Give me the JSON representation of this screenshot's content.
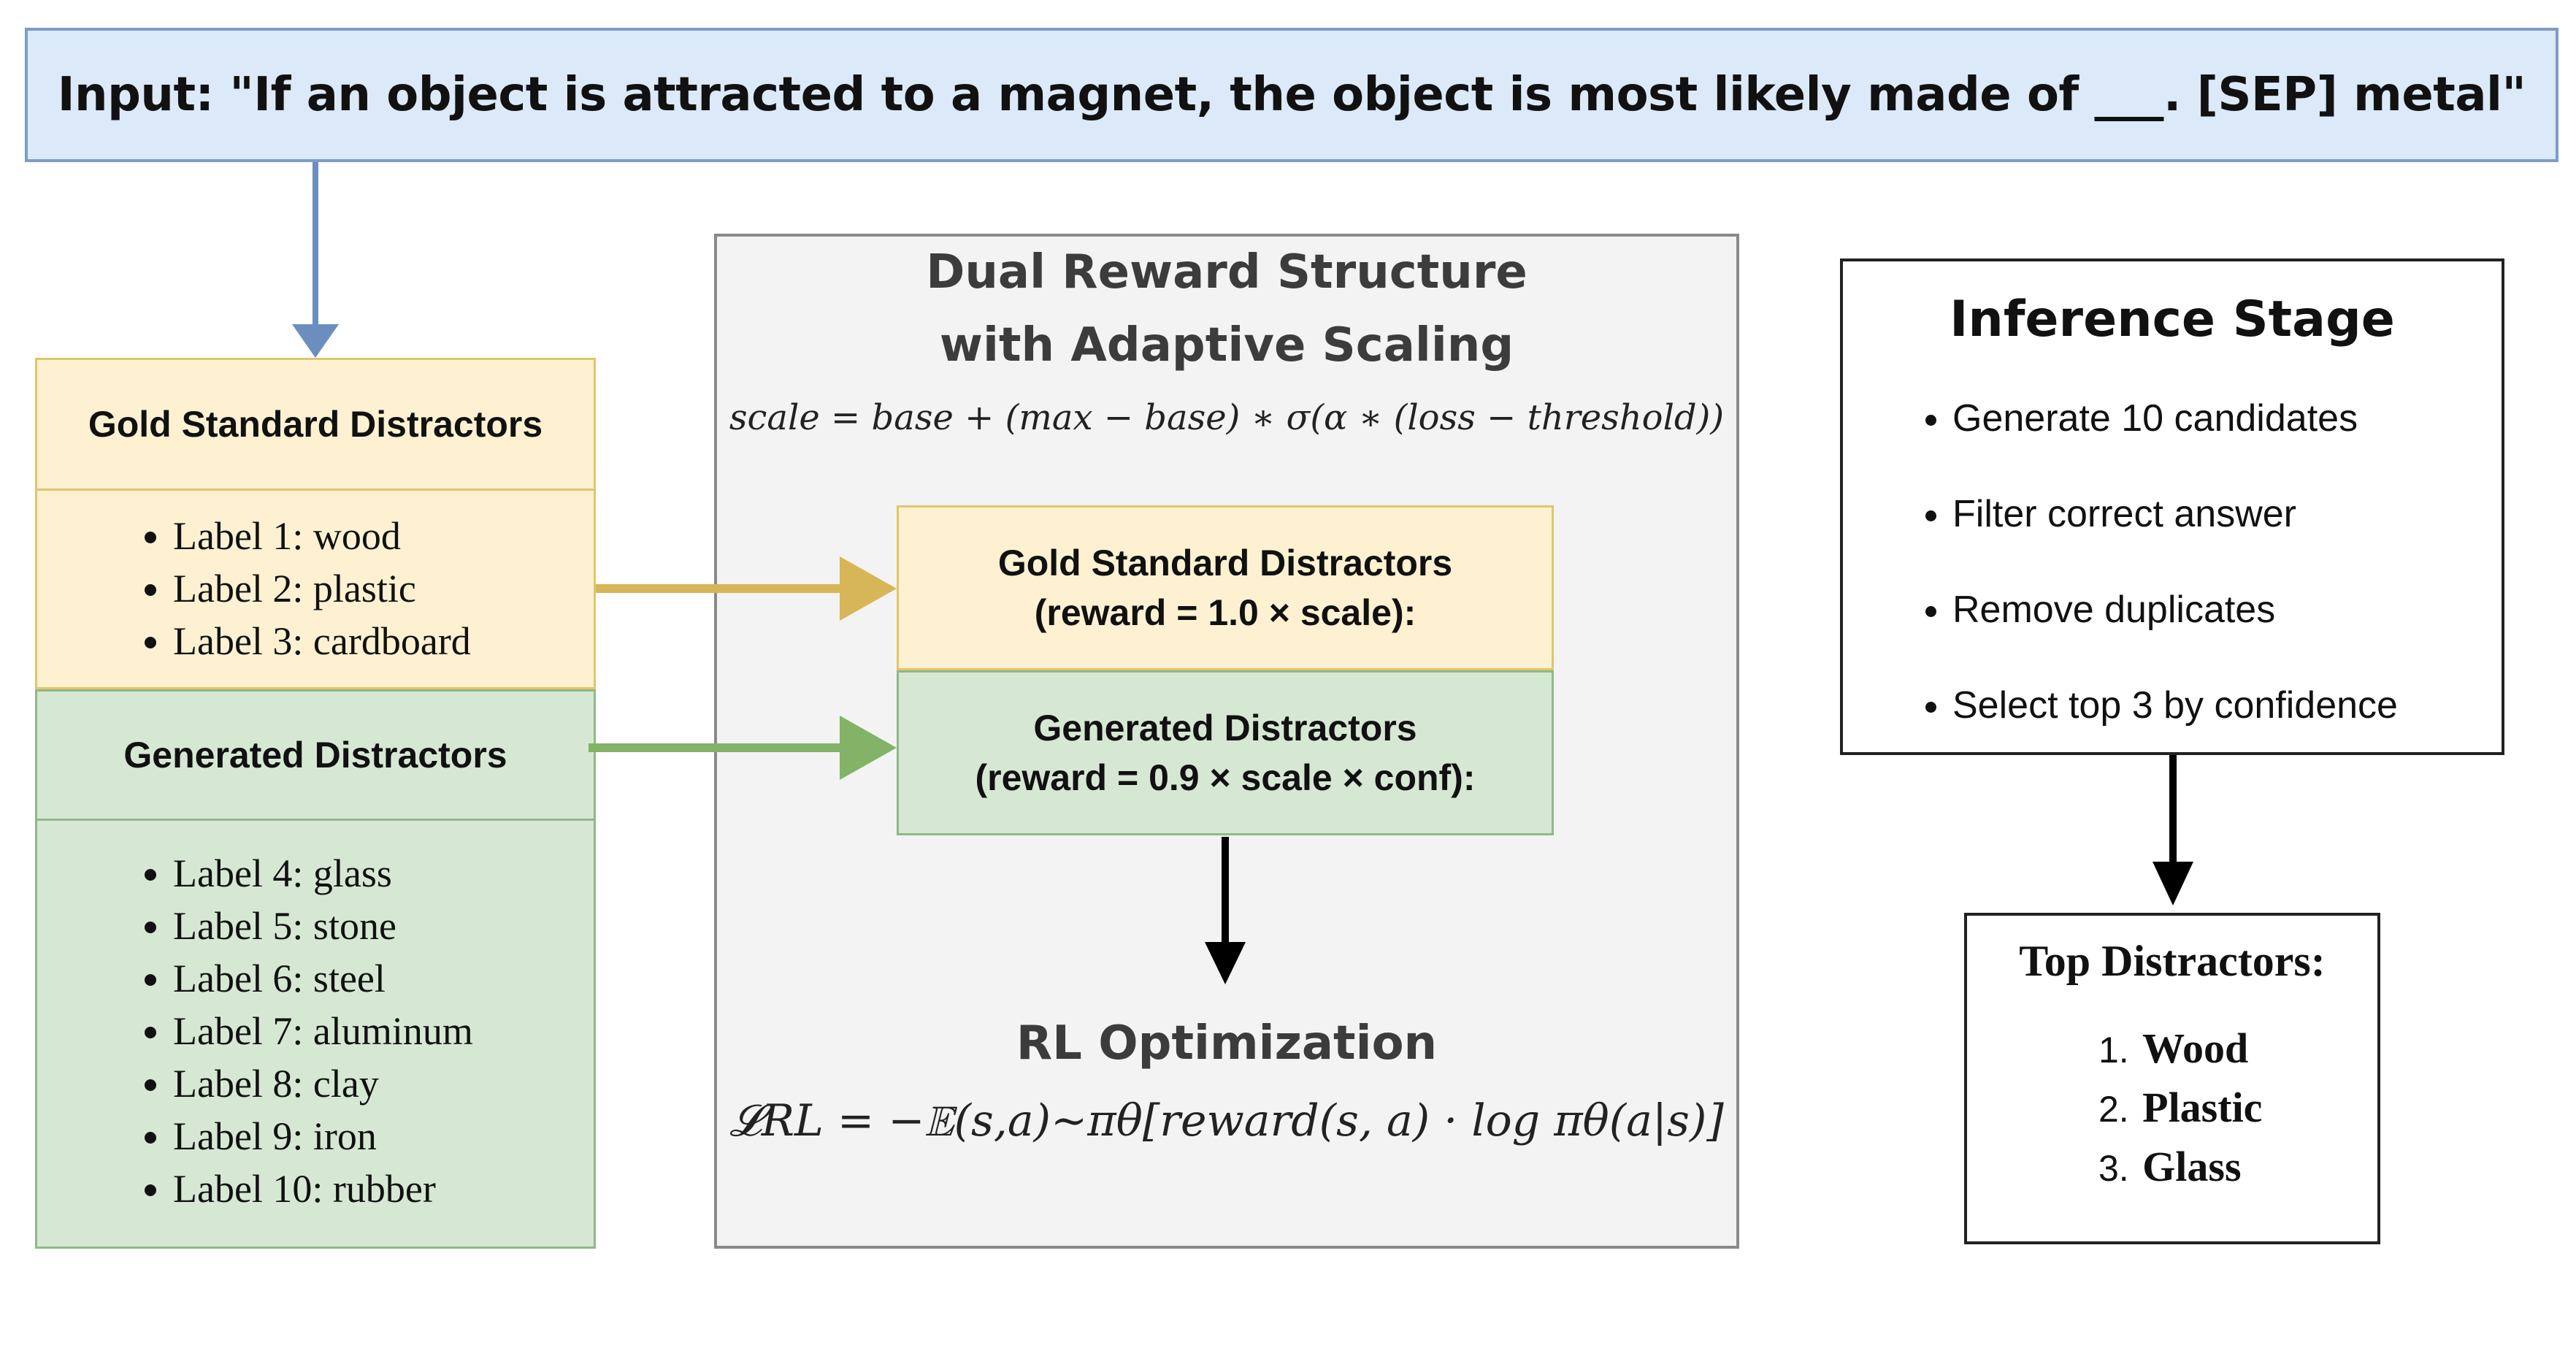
{
  "input": {
    "text": "Input: \"If an object is attracted to a magnet, the object is most likely made of ___. [SEP] metal\""
  },
  "left": {
    "gold_title": "Gold Standard Distractors",
    "gold_items": [
      "Label 1: wood",
      "Label 2: plastic",
      "Label 3: cardboard"
    ],
    "generated_title": "Generated Distractors",
    "generated_items": [
      "Label 4: glass",
      "Label 5: stone",
      "Label 6: steel",
      "Label 7: aluminum",
      "Label 8: clay",
      "Label 9: iron",
      "Label 10: rubber"
    ]
  },
  "middle": {
    "title_line1": "Dual Reward Structure",
    "title_line2": "with Adaptive Scaling",
    "scale_formula": "scale = base + (max − base) ∗ σ(α ∗ (loss − threshold))",
    "gold_line1": "Gold Standard Distractors",
    "gold_line2": "(reward = 1.0 × scale):",
    "gen_line1": "Generated Distractors",
    "gen_line2": "(reward = 0.9 × scale × conf):",
    "rl_title": "RL Optimization",
    "rl_formula": "𝓛RL = −𝔼(s,a)∼πθ[reward(s, a) · log πθ(a|s)]"
  },
  "inference": {
    "title": "Inference Stage",
    "steps": [
      "Generate 10 candidates",
      "Filter correct answer",
      "Remove duplicates",
      "Select top 3 by confidence"
    ]
  },
  "top": {
    "title": "Top Distractors:",
    "items": [
      {
        "num": "1.",
        "word": "Wood"
      },
      {
        "num": "2.",
        "word": "Plastic"
      },
      {
        "num": "3.",
        "word": "Glass"
      }
    ]
  },
  "colors": {
    "input_fill": "#dbe9f8",
    "input_border": "#7d9cc6",
    "gold_fill": "#fdf1d2",
    "gold_border": "#e0c66b",
    "green_fill": "#d6e8d4",
    "green_border": "#8fb887",
    "panel_fill": "#f3f3f3",
    "arrow_blue": "#6c8ebf",
    "arrow_gold": "#d6b656",
    "arrow_green": "#82b366"
  }
}
